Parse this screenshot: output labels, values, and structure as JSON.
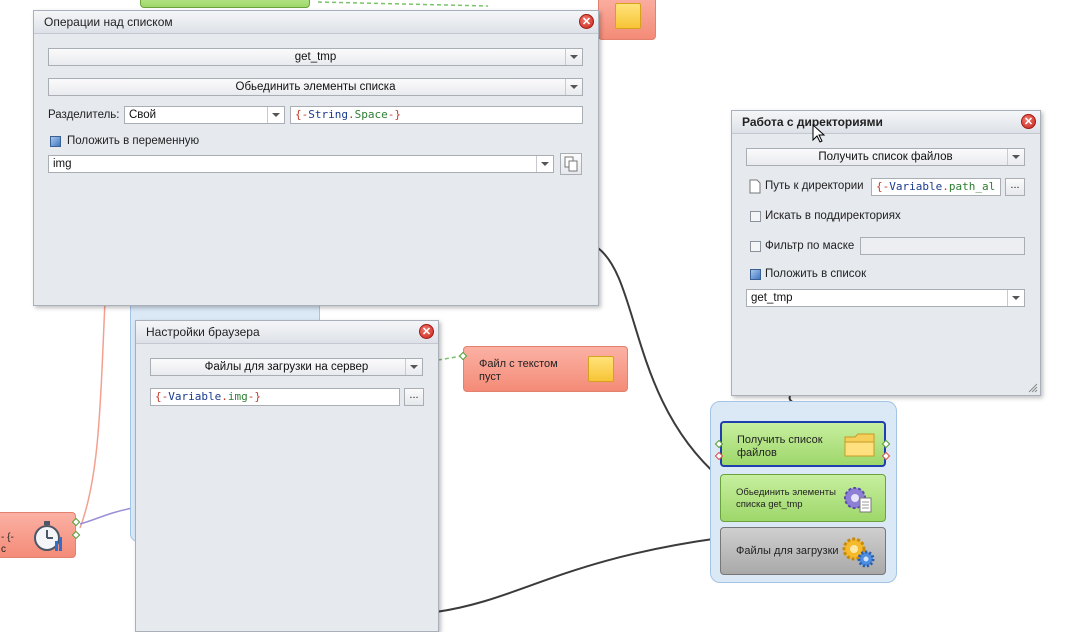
{
  "list_ops_panel": {
    "title": "Операции над списком",
    "list_combo": "get_tmp",
    "operation_combo": "Обьединить элементы списка",
    "separator_label": "Разделитель:",
    "separator_combo": "Свой",
    "separator_value_open": "{-",
    "separator_value_ns": "String",
    "separator_value_dot": ".",
    "separator_value_name": "Space",
    "separator_value_close": "-}",
    "put_in_var_label": "Положить в переменную",
    "variable_combo": "img"
  },
  "browser_panel": {
    "title": "Настройки браузера",
    "mode_combo": "Файлы для загрузки на сервер",
    "value_open": "{-",
    "value_ns": "Variable",
    "value_dot": ".",
    "value_name": "img",
    "value_close": "-}",
    "browse_button": "..."
  },
  "dir_panel": {
    "title": "Работа с директориями",
    "action_combo": "Получить список файлов",
    "path_label": "Путь к директории",
    "path_open": "{-",
    "path_ns": "Variable",
    "path_dot": ".",
    "path_name": "path_al",
    "browse_button": "...",
    "subdirs_label": "Искать в поддиректориях",
    "mask_label": "Фильтр по маске",
    "put_in_list_label": "Положить в список",
    "list_combo": "get_tmp"
  },
  "nodes": {
    "empty_text_file": "Файл с текстом пуст",
    "get_files_list": "Получить список файлов",
    "join_list": "Обьединить элементы списка get_tmp",
    "upload_files": "Файлы для загрузки",
    "left_partial_1": "- {-",
    "left_partial_2": "c"
  },
  "icons": {
    "close": "close-icon",
    "folder": "folder-icon",
    "gears": "gears-icon",
    "list": "list-gear-icon",
    "timer": "stopwatch-icon",
    "note": "sticky-note-icon",
    "document": "document-icon",
    "copy": "copy-icon"
  },
  "colors": {
    "green_node": "#9ed76a",
    "red_node": "#f48b78",
    "gray_node": "#a9a9a9",
    "panel_bg": "#e6e9ee",
    "close": "#c8221a"
  }
}
